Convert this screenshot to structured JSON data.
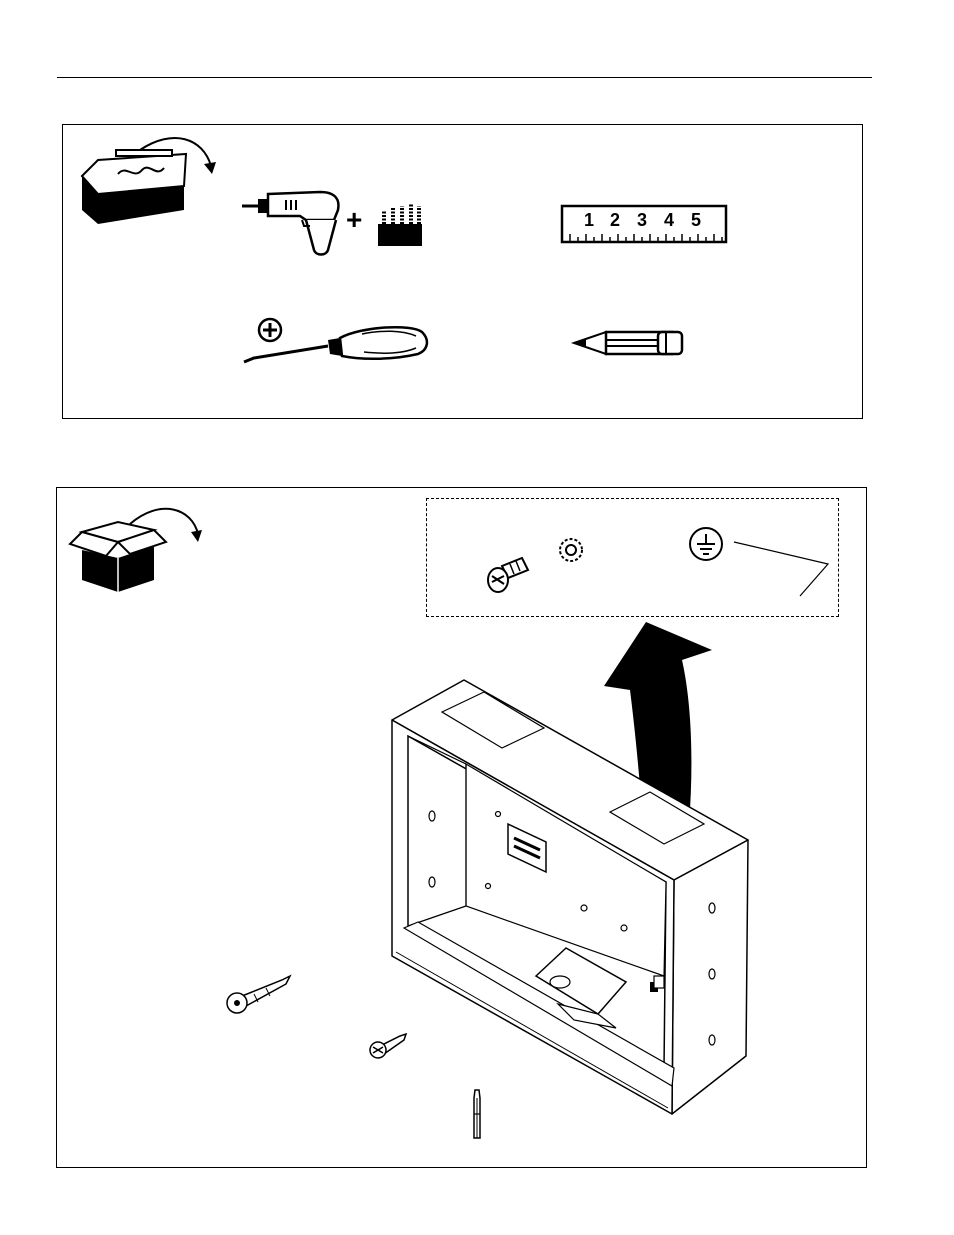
{
  "tools_panel": {
    "icons": [
      "toolbox-icon",
      "drill-icon",
      "drill-bits-icon",
      "ruler-icon",
      "phillips-screwdriver-icon",
      "pencil-icon"
    ],
    "plus_sign": "+",
    "ruler_numbers": [
      "1",
      "2",
      "3",
      "4",
      "5"
    ]
  },
  "parts_panel": {
    "icons": [
      "box-icon",
      "bolt-icon",
      "star-washer-icon",
      "ground-symbol-icon",
      "enclosure-box",
      "anchor-icon",
      "screw-icon",
      "driver-bit-icon"
    ]
  }
}
